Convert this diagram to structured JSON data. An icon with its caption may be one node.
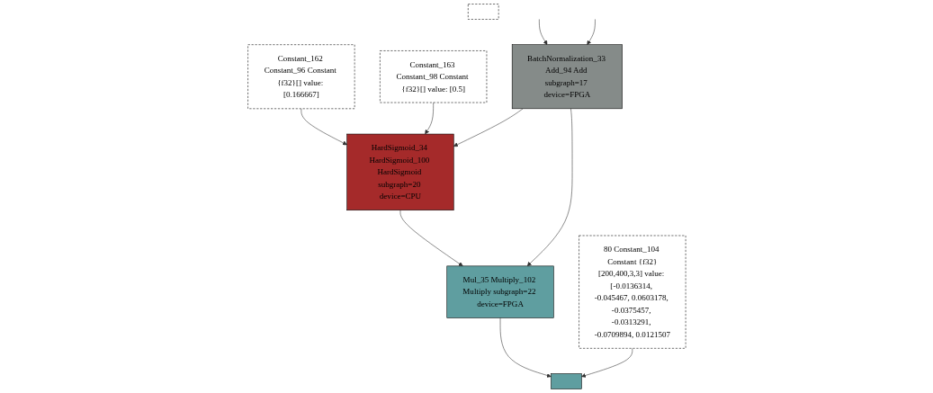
{
  "diagram": {
    "nodes": [
      {
        "text": [
          "Constant_162 Constant_96 Constant {f32}[] value: [0.166667]"
        ]
      },
      {
        "text": [
          "Constant_163 Constant_98 Constant {f32}[] value: [0.5]"
        ]
      },
      {
        "text": [
          "BatchNormalization_33 Add_94 Add subgraph=17 device=FPGA"
        ]
      },
      {
        "text": [
          "HardSigmoid_34 HardSigmoid_100 HardSigmoid subgraph=20 device=CPU"
        ]
      },
      {
        "text": [
          "Mul_35 Multiply_102 Multiply subgraph=22 device=FPGA"
        ]
      },
      {
        "text": [
          "80 Constant_104 Constant {f32}[200,400,3,3] value: [-0.0136314, -0.045467, 0.0603178, -0.0375457, -0.0313291, -0.0709894, 0.0121507"
        ]
      },
      {
        "text": [],
        "shape": "box"
      },
      {
        "text": [],
        "shape": "box"
      }
    ],
    "edges": [
      {
        "from": null,
        "to": 2,
        "arrow": "to"
      },
      {
        "from": null,
        "to": 2,
        "arrow": "to"
      },
      {
        "from": 0,
        "to": 3,
        "arrow": "to"
      },
      {
        "from": 1,
        "to": 3,
        "arrow": "to"
      },
      {
        "from": 2,
        "to": 3,
        "arrow": "to"
      },
      {
        "from": 2,
        "to": 4,
        "arrow": "to"
      },
      {
        "from": 3,
        "to": 4,
        "arrow": "to"
      },
      {
        "from": 4,
        "to": 6,
        "arrow": "to"
      },
      {
        "from": 5,
        "to": 6,
        "arrow": "to"
      }
    ]
  }
}
